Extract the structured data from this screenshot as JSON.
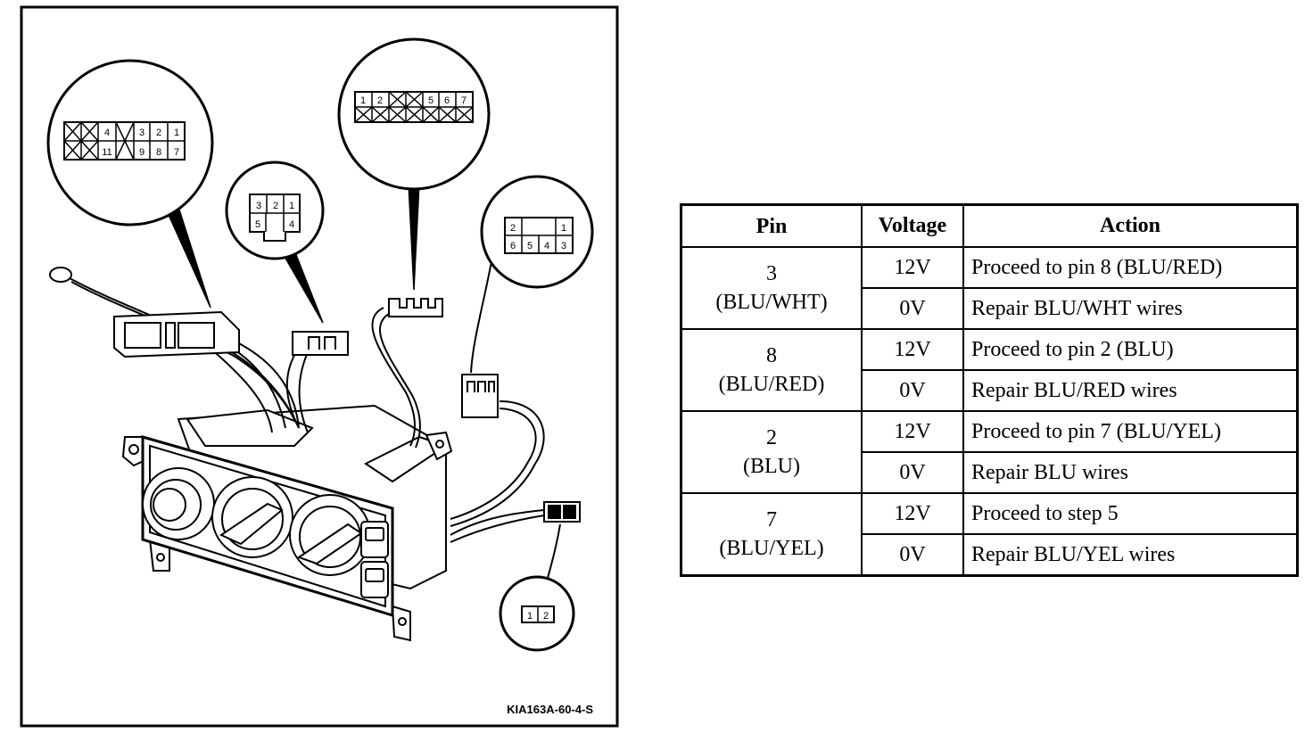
{
  "figure": {
    "caption": "KIA163A-60-4-S",
    "connector_a": {
      "row1": [
        "4",
        "3",
        "2",
        "1"
      ],
      "row2": [
        "11",
        "9",
        "8",
        "7"
      ]
    },
    "connector_b": {
      "row1": [
        "3",
        "2",
        "1"
      ],
      "row2": [
        "5",
        "4"
      ]
    },
    "connector_c": {
      "row1": [
        "1",
        "2",
        "5",
        "6",
        "7"
      ]
    },
    "connector_d": {
      "row1": [
        "2",
        "1"
      ],
      "row2": [
        "6",
        "5",
        "4",
        "3"
      ]
    },
    "connector_e": {
      "row1": [
        "1",
        "2"
      ]
    }
  },
  "table": {
    "headers": {
      "pin": "Pin",
      "voltage": "Voltage",
      "action": "Action"
    },
    "rows": [
      {
        "pin": "3",
        "wire": "(BLU/WHT)",
        "results": [
          {
            "voltage": "12V",
            "action": "Proceed to pin 8 (BLU/RED)"
          },
          {
            "voltage": "0V",
            "action": "Repair BLU/WHT wires"
          }
        ]
      },
      {
        "pin": "8",
        "wire": "(BLU/RED)",
        "results": [
          {
            "voltage": "12V",
            "action": "Proceed to pin 2 (BLU)"
          },
          {
            "voltage": "0V",
            "action": "Repair BLU/RED wires"
          }
        ]
      },
      {
        "pin": "2",
        "wire": "(BLU)",
        "results": [
          {
            "voltage": "12V",
            "action": "Proceed to pin 7 (BLU/YEL)"
          },
          {
            "voltage": "0V",
            "action": "Repair BLU wires"
          }
        ]
      },
      {
        "pin": "7",
        "wire": "(BLU/YEL)",
        "results": [
          {
            "voltage": "12V",
            "action": "Proceed to step 5"
          },
          {
            "voltage": "0V",
            "action": "Repair BLU/YEL wires"
          }
        ]
      }
    ]
  }
}
